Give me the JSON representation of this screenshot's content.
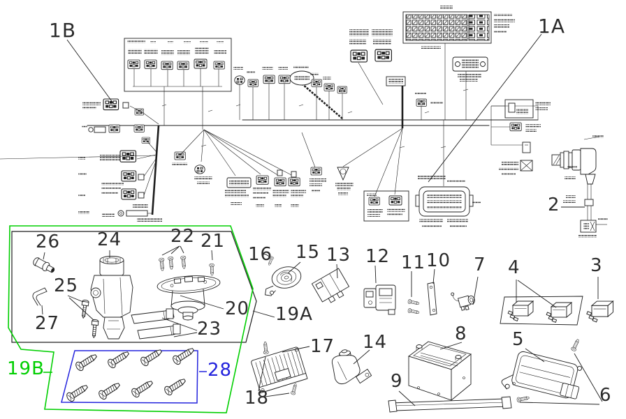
{
  "callouts": {
    "c1a": "1A",
    "c1b": "1B",
    "c2": "2",
    "c3": "3",
    "c4": "4",
    "c5": "5",
    "c6": "6",
    "c7": "7",
    "c8": "8",
    "c9": "9",
    "c10": "10",
    "c11": "11",
    "c12": "12",
    "c13": "13",
    "c14": "14",
    "c15": "15",
    "c16": "16",
    "c17": "17",
    "c18": "18",
    "c19a": "19A",
    "c19b": "19B",
    "c20": "20",
    "c21": "21",
    "c22": "22",
    "c23": "23",
    "c24": "24",
    "c25": "25",
    "c26": "26",
    "c27": "27",
    "c28": "28"
  },
  "colors": {
    "ink": "#1d1d1d",
    "green_outline": "#00cf00",
    "blue_outline": "#2323dd",
    "bg": "#ffffff",
    "callout_text": "#2b2b2b"
  }
}
